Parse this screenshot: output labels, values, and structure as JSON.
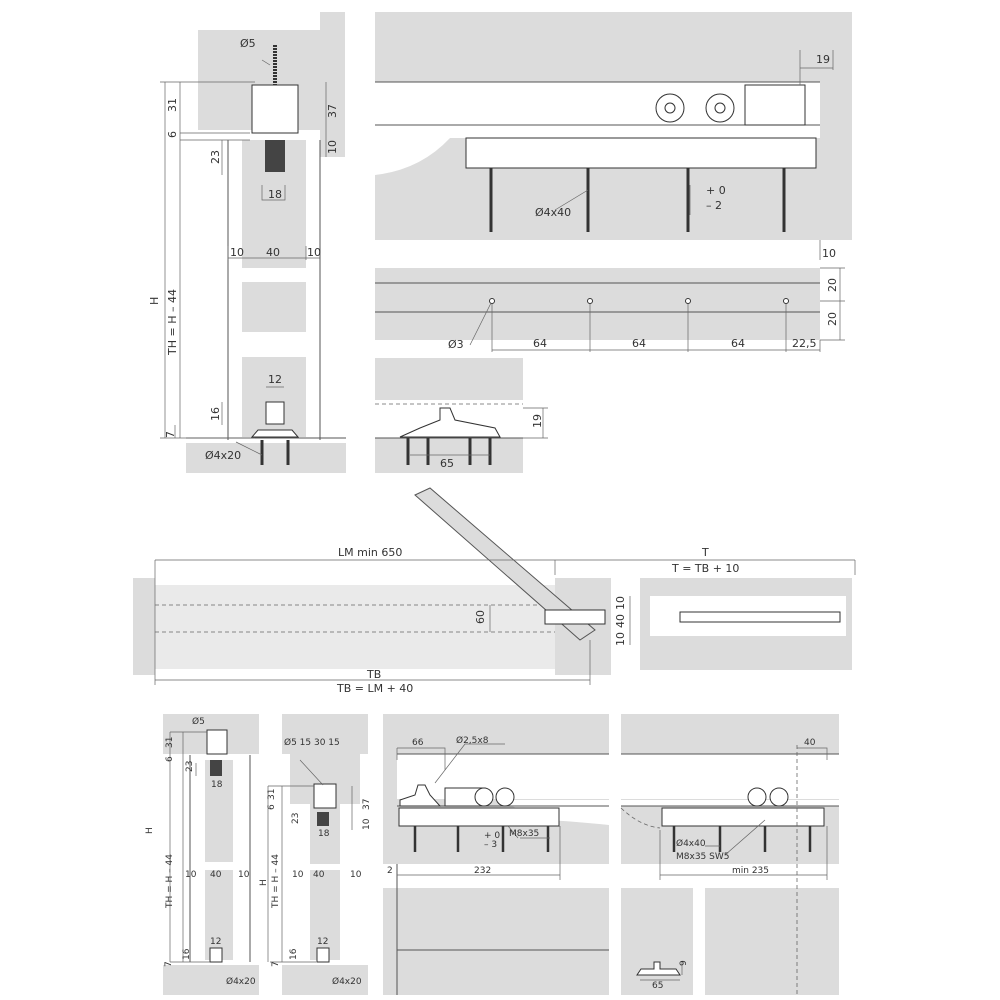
{
  "colors": {
    "panel": "#dcdcdc",
    "line": "#555555",
    "text": "#333333"
  },
  "top_left": {
    "d_screw": "Ø5",
    "d31": "31",
    "d6": "6",
    "d37": "37",
    "d10a": "10",
    "d23": "23",
    "d18": "18",
    "w10a": "10",
    "w40": "40",
    "w10b": "10",
    "h": "H",
    "th": "TH = H – 44",
    "d12": "12",
    "d16": "16",
    "d7": "7",
    "screw": "Ø4x20"
  },
  "top_right": {
    "d19": "19",
    "tol_plus": "+ 0",
    "tol_minus": "– 2",
    "screw": "Ø4x40",
    "d10": "10",
    "d20a": "20",
    "d20b": "20",
    "hole": "Ø3",
    "s1": "64",
    "s2": "64",
    "s3": "64",
    "end": "22,5",
    "g19": "19",
    "g65": "65"
  },
  "middle": {
    "lm": "LM min 650",
    "t": "T",
    "t_eq": "T = TB + 10",
    "d60": "60",
    "v10a": "10",
    "v40": "40",
    "v10b": "10",
    "tb": "TB",
    "tb_eq": "TB = LM + 40"
  },
  "bottom1": {
    "d_screw": "Ø5",
    "d31": "31",
    "d6": "6",
    "d23": "23",
    "d18": "18",
    "h": "H",
    "th": "TH = H – 44",
    "w10a": "10",
    "w40": "40",
    "w10b": "10",
    "d12": "12",
    "d16": "16",
    "d7": "7",
    "screw": "Ø4x20"
  },
  "bottom2": {
    "top_dims": "Ø5  15  30  15",
    "d6": "6",
    "d31": "31",
    "d37": "37",
    "d10": "10",
    "d23": "23",
    "d18": "18",
    "h": "H",
    "th": "TH = H – 44",
    "w10a": "10",
    "w40": "40",
    "w10b": "10",
    "d12": "12",
    "d16": "16",
    "d7": "7",
    "screw": "Ø4x20"
  },
  "bottom3": {
    "d66": "66",
    "pin": "Ø2,5x8",
    "tol_plus": "+ 0",
    "tol_minus": "– 3",
    "bolt": "M8x35",
    "d2": "2",
    "d232": "232"
  },
  "bottom4": {
    "d40": "40",
    "screw": "Ø4x40",
    "bolt": "M8x35 SW5",
    "min": "min 235",
    "d65": "65",
    "d9": "9"
  }
}
